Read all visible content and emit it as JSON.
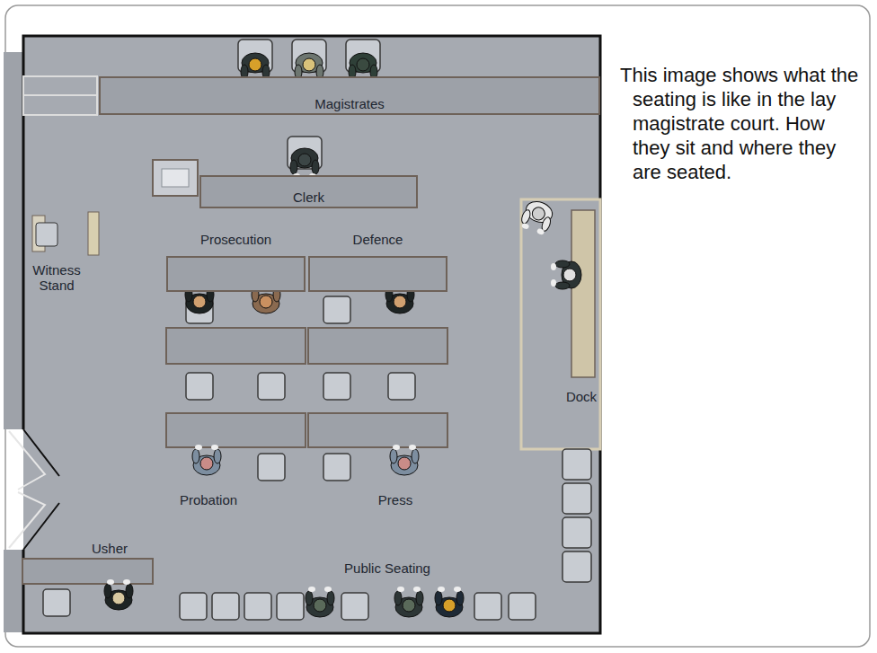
{
  "diagram": {
    "caption": "This image shows what the seating is like in the lay magistrate court. How they sit and where they are seated.",
    "nodes": [
      {
        "text": [
          "Magistrates"
        ]
      },
      {
        "text": [
          "Clerk"
        ]
      },
      {
        "text": [
          "Prosecution"
        ]
      },
      {
        "text": [
          "Defence"
        ]
      },
      {
        "text": [
          "Dock"
        ]
      }
    ],
    "labels": [
      "Witness Stand",
      "Probation",
      "Press",
      "Usher",
      "Public Seating"
    ]
  }
}
